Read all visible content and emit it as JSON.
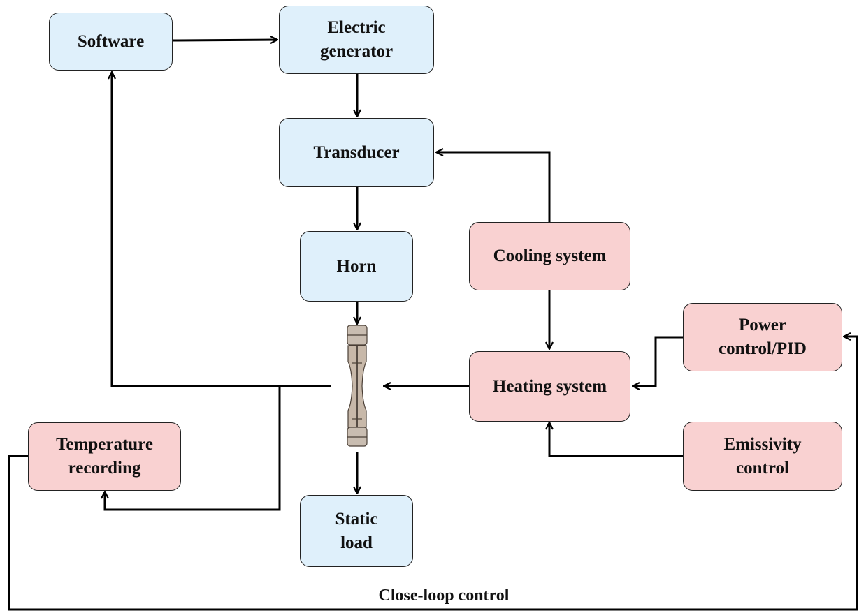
{
  "nodes": {
    "software": {
      "line1": "Software",
      "fill": "#dff0fb"
    },
    "electric_generator": {
      "line1": "Electric",
      "line2": "generator",
      "fill": "#dff0fb"
    },
    "transducer": {
      "line1": "Transducer",
      "fill": "#dff0fb"
    },
    "horn": {
      "line1": "Horn",
      "fill": "#dff0fb"
    },
    "static_load": {
      "line1": "Static",
      "line2": "load",
      "fill": "#dff0fb"
    },
    "cooling_system": {
      "line1": "Cooling system",
      "fill": "#f9d1d1"
    },
    "heating_system": {
      "line1": "Heating system",
      "fill": "#f9d1d1"
    },
    "power_control": {
      "line1": "Power",
      "line2": "control/PID",
      "fill": "#f9d1d1"
    },
    "emissivity_control": {
      "line1": "Emissivity",
      "line2": "control",
      "fill": "#f9d1d1"
    },
    "temperature_recording": {
      "line1": "Temperature",
      "line2": "recording",
      "fill": "#f9d1d1"
    }
  },
  "caption": "Close-loop control",
  "specimen_icon": "dogbone-specimen-icon",
  "edges": [
    {
      "from": "software",
      "to": "electric_generator"
    },
    {
      "from": "electric_generator",
      "to": "transducer"
    },
    {
      "from": "transducer",
      "to": "horn"
    },
    {
      "from": "horn",
      "to": "specimen"
    },
    {
      "from": "specimen",
      "to": "static_load"
    },
    {
      "from": "cooling_system",
      "to": "transducer"
    },
    {
      "from": "cooling_system",
      "to": "heating_system"
    },
    {
      "from": "heating_system",
      "to": "specimen"
    },
    {
      "from": "power_control",
      "to": "heating_system"
    },
    {
      "from": "emissivity_control",
      "to": "heating_system"
    },
    {
      "from": "specimen",
      "to": "software"
    },
    {
      "from": "specimen",
      "to": "temperature_recording"
    },
    {
      "from": "temperature_recording",
      "to": "power_control"
    }
  ]
}
